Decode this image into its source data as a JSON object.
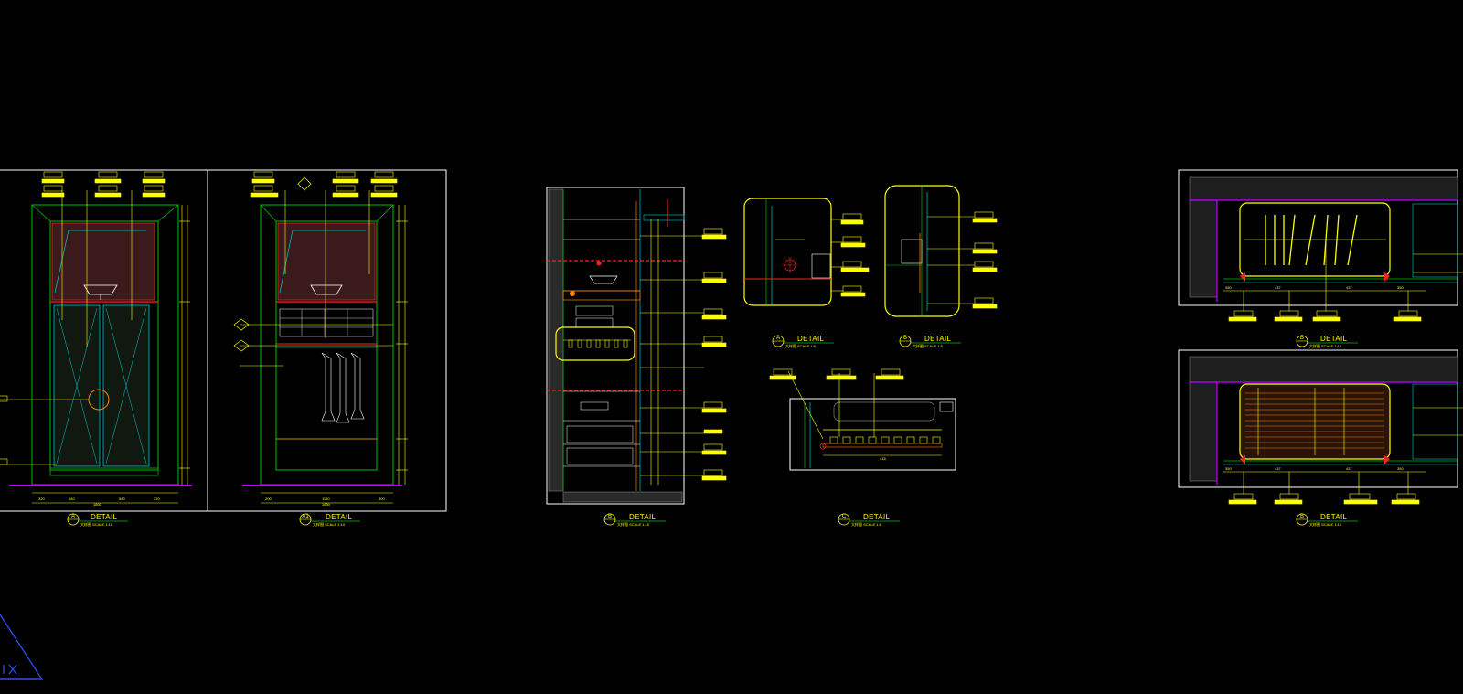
{
  "colors": {
    "background": "#000000",
    "frame": "#ffffff",
    "yellow": "#ffff00",
    "green": "#00c000",
    "cyan": "#00c8c8",
    "red": "#ff2020",
    "magenta": "#c000ff",
    "blue": "#3050ff",
    "grey": "#808080",
    "orange": "#ff8000"
  },
  "icons": {
    "ucs": "ucs-icon"
  },
  "details": [
    {
      "id": "d1",
      "tag": "A",
      "title": "DETAIL",
      "subtitle": "大样图  SCALE  1:10"
    },
    {
      "id": "d2",
      "tag": "A1",
      "title": "DETAIL",
      "subtitle": "大样图  SCALE  1:10"
    },
    {
      "id": "d3",
      "tag": "B",
      "title": "DETAIL",
      "subtitle": "大样图  SCALE  1:10"
    },
    {
      "id": "d4",
      "tag": "A",
      "title": "DETAIL",
      "subtitle": "大样图  SCALE  1:5"
    },
    {
      "id": "d5",
      "tag": "B",
      "title": "DETAIL",
      "subtitle": "大样图  SCALE  1:5"
    },
    {
      "id": "d6",
      "tag": "C",
      "title": "DETAIL",
      "subtitle": "大样图  SCALE  1:5"
    },
    {
      "id": "d7",
      "tag": "B",
      "title": "DETAIL",
      "subtitle": "大样图  SCALE  1:10"
    },
    {
      "id": "d8",
      "tag": "B",
      "title": "DETAIL",
      "subtitle": "大样图  SCALE  1:10"
    }
  ],
  "dims": {
    "d1_bottom": [
      "320",
      "540",
      "540",
      "320"
    ],
    "d1_total": "1800",
    "d2_bottom": [
      "200",
      "1150",
      "300"
    ],
    "d2_total": "1650",
    "d6_inner": "418",
    "d7_bottom": [
      "350",
      "437",
      "437",
      "350"
    ],
    "d8_bottom": [
      "350",
      "437",
      "437",
      "350"
    ]
  }
}
